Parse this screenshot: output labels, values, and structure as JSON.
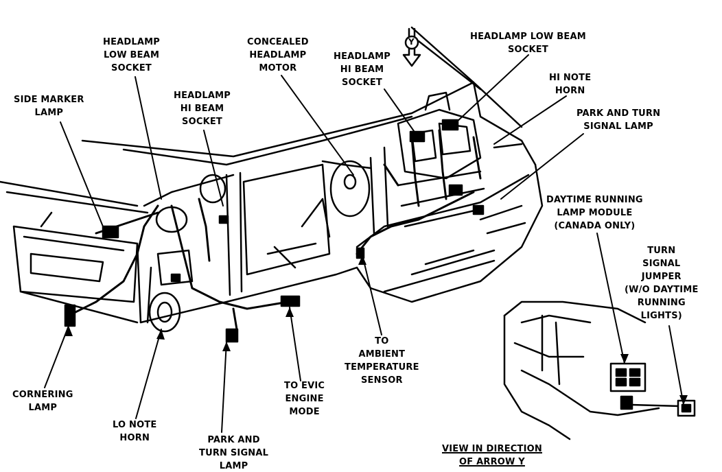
{
  "diagram": {
    "arrow_letter": "Y",
    "labels": {
      "headlamp_low_beam_socket_left": [
        "HEADLAMP",
        "LOW BEAM",
        "SOCKET"
      ],
      "side_marker_lamp": [
        "SIDE MARKER",
        "LAMP"
      ],
      "headlamp_hi_beam_socket_left": [
        "HEADLAMP",
        "HI BEAM",
        "SOCKET"
      ],
      "concealed_headlamp_motor": [
        "CONCEALED",
        "HEADLAMP",
        "MOTOR"
      ],
      "headlamp_hi_beam_socket_right": [
        "HEADLAMP",
        "HI BEAM",
        "SOCKET"
      ],
      "headlamp_low_beam_socket_right": [
        "HEADLAMP LOW BEAM",
        "SOCKET"
      ],
      "hi_note_horn": [
        "HI NOTE",
        "HORN"
      ],
      "park_turn_signal_lamp_right": [
        "PARK AND TURN",
        "SIGNAL LAMP"
      ],
      "daytime_running_lamp_module": [
        "DAYTIME RUNNING",
        "LAMP MODULE",
        "(CANADA ONLY)"
      ],
      "turn_signal_jumper": [
        "TURN",
        "SIGNAL",
        "JUMPER",
        "(W/O DAYTIME",
        "RUNNING",
        "LIGHTS)"
      ],
      "to_ambient_temperature_sensor": [
        "TO",
        "AMBIENT",
        "TEMPERATURE",
        "SENSOR"
      ],
      "to_evic_engine_mode": [
        "TO EVIC",
        "ENGINE",
        "MODE"
      ],
      "cornering_lamp": [
        "CORNERING",
        "LAMP"
      ],
      "lo_note_horn": [
        "LO NOTE",
        "HORN"
      ],
      "park_turn_signal_lamp_bottom": [
        "PARK AND",
        "TURN SIGNAL",
        "LAMP"
      ],
      "view_in_direction": [
        "VIEW IN DIRECTION",
        "OF ARROW Y"
      ]
    }
  }
}
